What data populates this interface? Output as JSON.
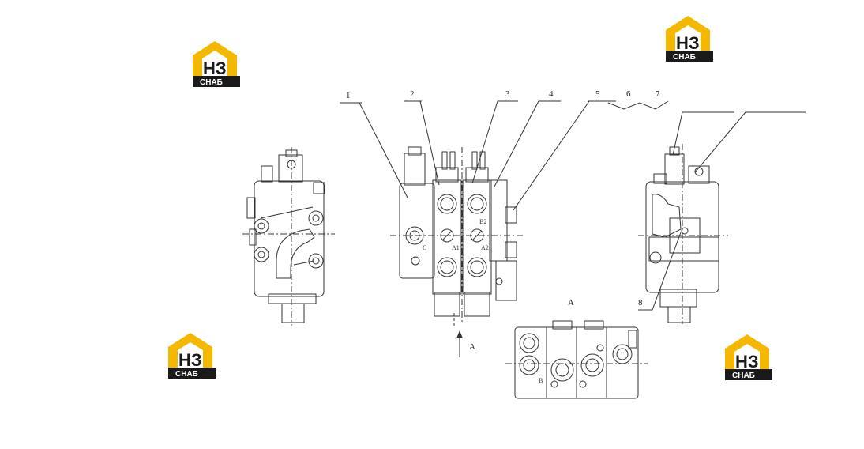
{
  "callouts": [
    "1",
    "2",
    "3",
    "4",
    "5",
    "6",
    "7",
    "8"
  ],
  "view_label": "A",
  "arrow_label": "A",
  "port_labels": {
    "b2": "B2",
    "a1": "A1",
    "a2": "A2",
    "c": "C",
    "b": "B"
  },
  "logo": {
    "letters": "НЗ",
    "caption": "СНАБ",
    "accent": "#f5b800",
    "dark": "#1a1a1a"
  },
  "line_color": "#333333"
}
